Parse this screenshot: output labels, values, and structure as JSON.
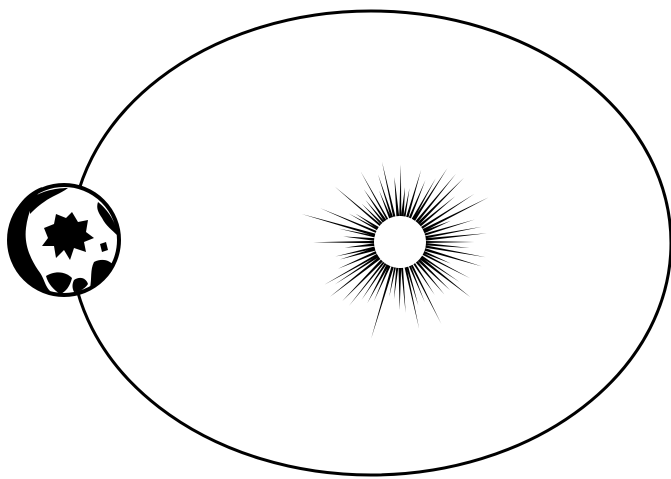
{
  "colors": {
    "background": "#ffffff",
    "ink": "#000000"
  },
  "diagram": {
    "orbit": {
      "shape": "ellipse"
    },
    "sun": {
      "icon": "sun-icon",
      "ray_count": 64
    },
    "planet": {
      "icon": "earth-icon",
      "position_on_orbit": "left"
    }
  }
}
